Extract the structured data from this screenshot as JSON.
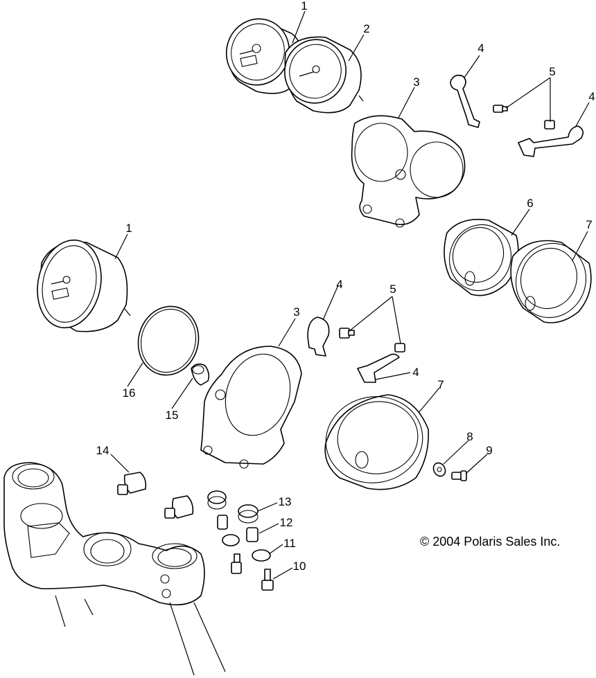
{
  "callouts": {
    "c1a": "1",
    "c2": "2",
    "c3a": "3",
    "c4a": "4",
    "c5a": "5",
    "c4b": "4",
    "c6": "6",
    "c7a": "7",
    "c1b": "1",
    "c4c": "4",
    "c5b": "5",
    "c3b": "3",
    "c4d": "4",
    "c16": "16",
    "c15": "15",
    "c7b": "7",
    "c8": "8",
    "c9": "9",
    "c14": "14",
    "c13": "13",
    "c12": "12",
    "c11": "11",
    "c10": "10"
  },
  "copyright": "© 2004 Polaris Sales Inc."
}
